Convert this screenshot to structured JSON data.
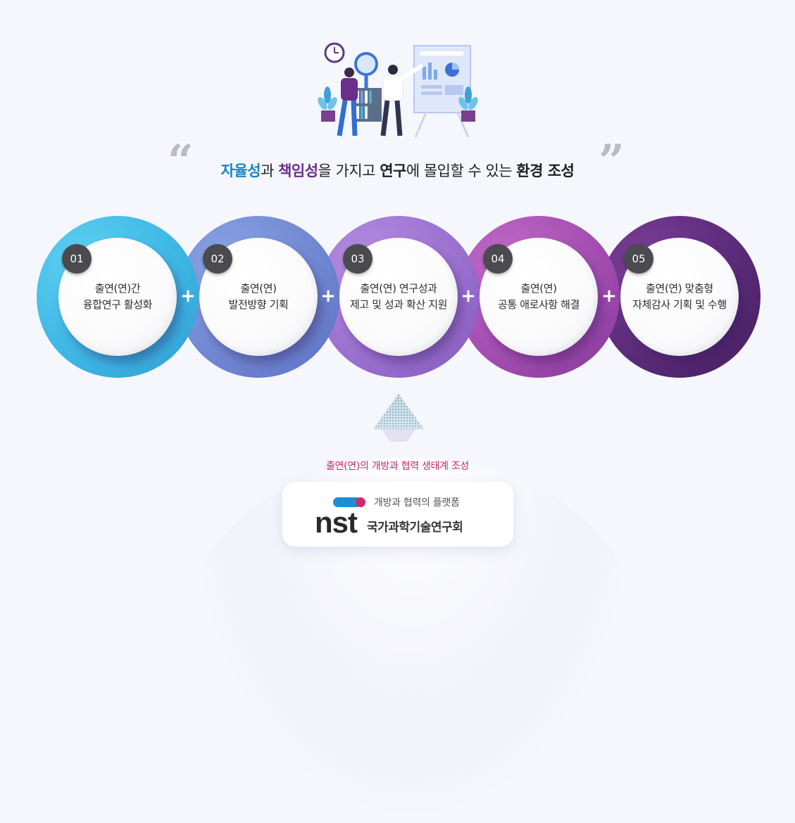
{
  "headline": {
    "kw1": "자율성",
    "t1": "과 ",
    "kw2": "책임성",
    "t2": "을 가지고 ",
    "kw3": "연구",
    "t3": "에 몰입할 수 있는 ",
    "kw4": "환경 조성"
  },
  "steps": [
    {
      "num": "01",
      "line1": "출연(연)간",
      "line2": "융합연구 활성화"
    },
    {
      "num": "02",
      "line1": "출연(연)",
      "line2": "발전방향 기획"
    },
    {
      "num": "03",
      "line1": "출연(연) 연구성과",
      "line2": "제고 및 성과 확산 지원"
    },
    {
      "num": "04",
      "line1": "출연(연)",
      "line2": "공통 애로사항 해결"
    },
    {
      "num": "05",
      "line1": "출연(연) 맞춤형",
      "line2": "자체감사 기획 및 수행"
    }
  ],
  "connector_symbol": "+",
  "subtitle": "출연(연)의 개방과 협력 생태계 조성",
  "logo": {
    "slogan": "개방과 협력의 플랫폼",
    "wordmark": "nst",
    "org_name": "국가과학기술연구회"
  },
  "colors": {
    "ring_1": "#3fb8e6",
    "ring_2": "#6f86d2",
    "ring_3": "#9a6fcf",
    "ring_4": "#a24cb0",
    "ring_5": "#5a2a78",
    "accent_blue": "#1a84c4",
    "accent_purple": "#6b2f8e",
    "subtitle_pink": "#c8296a"
  },
  "icons": {
    "illustration": "data-analysis-illustration-icon",
    "quote_open": "quote-open-icon",
    "quote_close": "quote-close-icon",
    "arrow": "up-triangle-arrow-icon",
    "logo_mark": "nst-pill-logo-icon"
  }
}
